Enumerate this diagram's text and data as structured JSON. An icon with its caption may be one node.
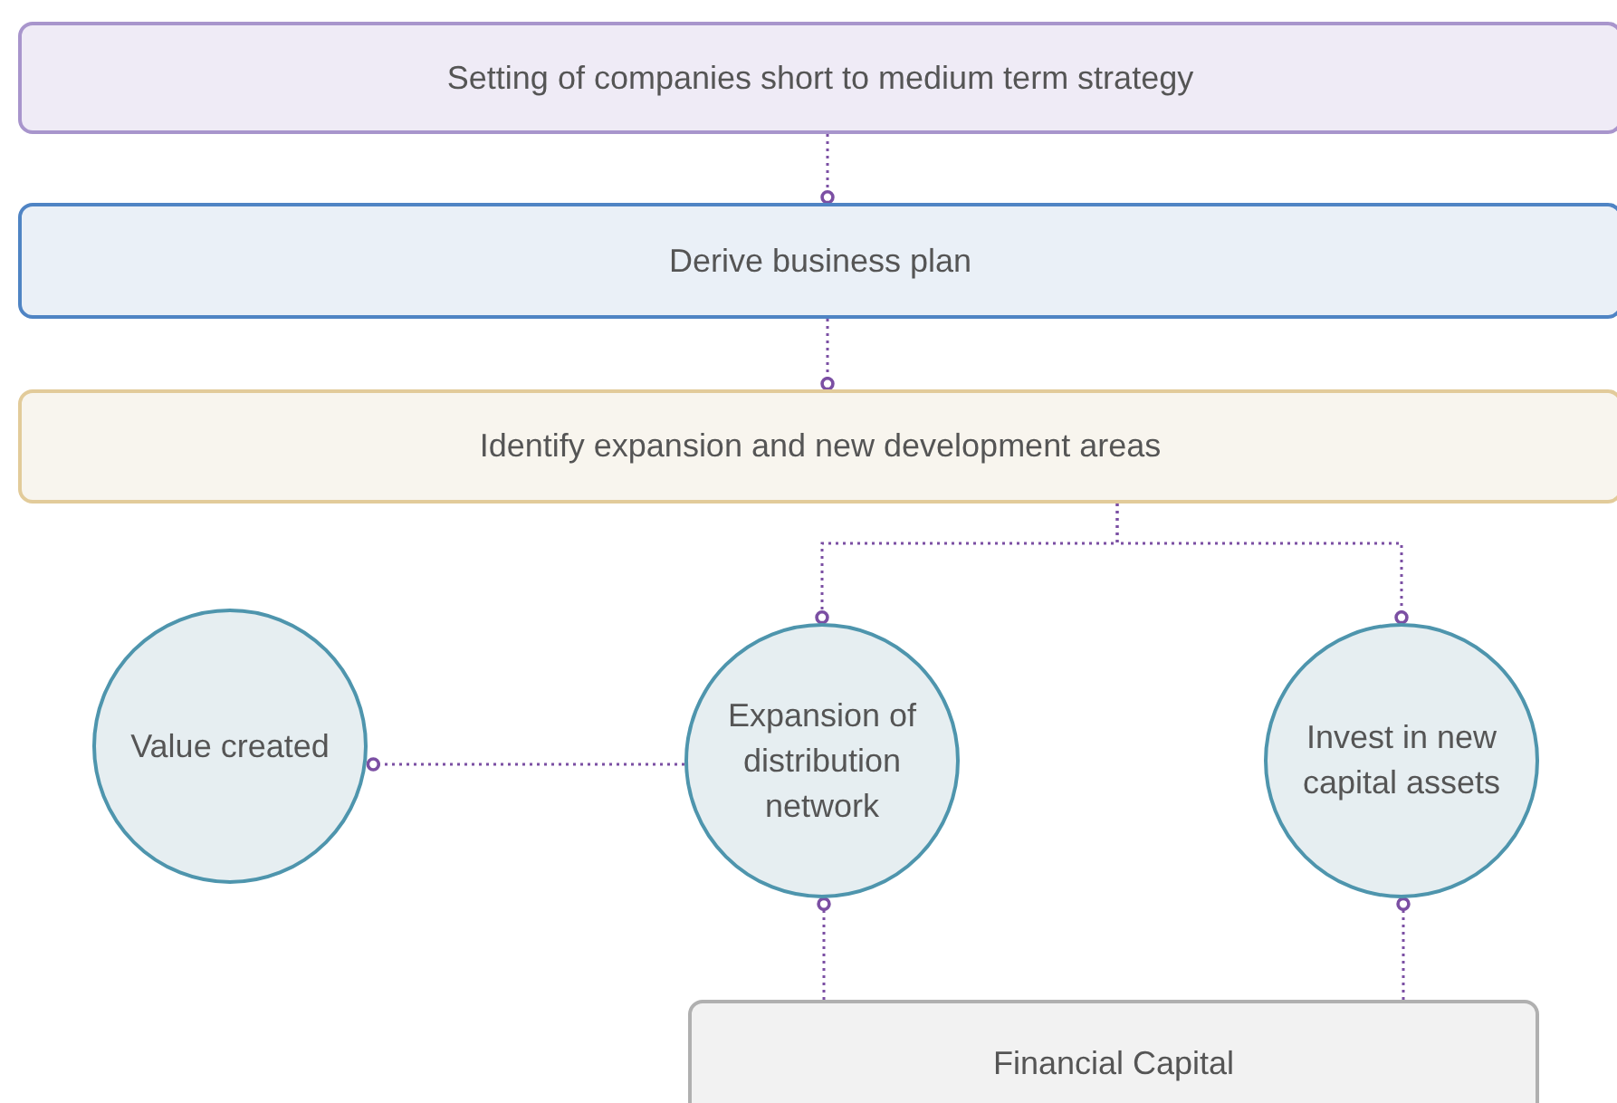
{
  "diagram": {
    "nodes": [
      {
        "text": [
          "Setting of companies short to medium term strategy"
        ]
      },
      {
        "text": [
          "Derive business plan"
        ]
      },
      {
        "text": [
          "Identify expansion and new development areas"
        ]
      },
      {
        "text": [
          "Value created"
        ]
      },
      {
        "text": [
          "Expansion of distribution network"
        ]
      },
      {
        "text": [
          "Invest in new capital assets"
        ]
      },
      {
        "text": [
          "Financial Capital"
        ]
      }
    ],
    "edges": [
      {
        "from": 0,
        "to": 1,
        "arrow": "other",
        "style": "dashed"
      },
      {
        "from": 1,
        "to": 2,
        "arrow": "other",
        "style": "dashed"
      },
      {
        "from": 2,
        "to": 4,
        "arrow": "other",
        "style": "dashed"
      },
      {
        "from": 2,
        "to": 5,
        "arrow": "other",
        "style": "dashed"
      },
      {
        "from": 4,
        "to": 3,
        "arrow": "other",
        "style": "dashed"
      },
      {
        "from": 6,
        "to": 4,
        "arrow": "other",
        "style": "dashed"
      },
      {
        "from": 6,
        "to": 5,
        "arrow": "other",
        "style": "dashed"
      }
    ]
  }
}
